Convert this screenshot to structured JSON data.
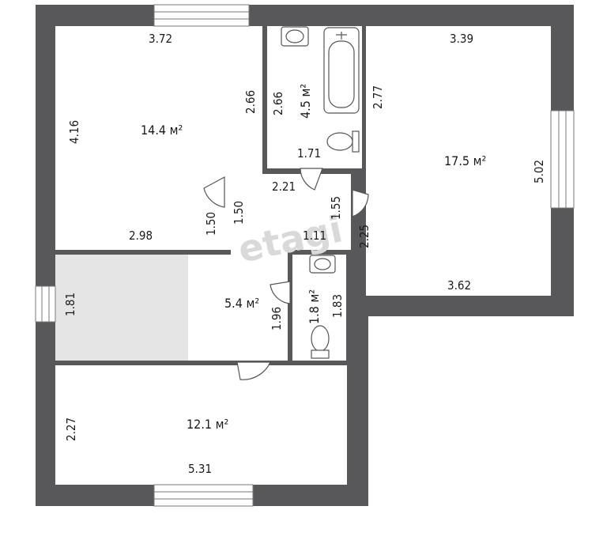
{
  "plan": {
    "watermark": "etagi",
    "rooms": [
      {
        "id": "bedroom-top-left",
        "area": "14.4 м²",
        "dims": [
          "3.72",
          "2.66",
          "4.16",
          "2.98"
        ]
      },
      {
        "id": "bathroom",
        "area": "4.5 м²",
        "dims": [
          "2.66",
          "2.77",
          "1.71"
        ]
      },
      {
        "id": "room-right",
        "area": "17.5 м²",
        "dims": [
          "3.39",
          "5.02",
          "3.62"
        ]
      },
      {
        "id": "corridor",
        "dims": [
          "2.21",
          "1.50",
          "1.50",
          "1.55",
          "1.11",
          "2.25"
        ]
      },
      {
        "id": "hall",
        "area": "5.4 м²",
        "dims": [
          "1.81",
          "1.96"
        ]
      },
      {
        "id": "toilet",
        "area": "1.8 м²",
        "dims": [
          "1.83"
        ]
      },
      {
        "id": "room-bottom",
        "area": "12.1 м²",
        "dims": [
          "2.27",
          "5.31"
        ]
      }
    ],
    "colors": {
      "wall": "#58585a",
      "floor_shade": "#e5e5e5",
      "window": "#ffffff"
    }
  }
}
